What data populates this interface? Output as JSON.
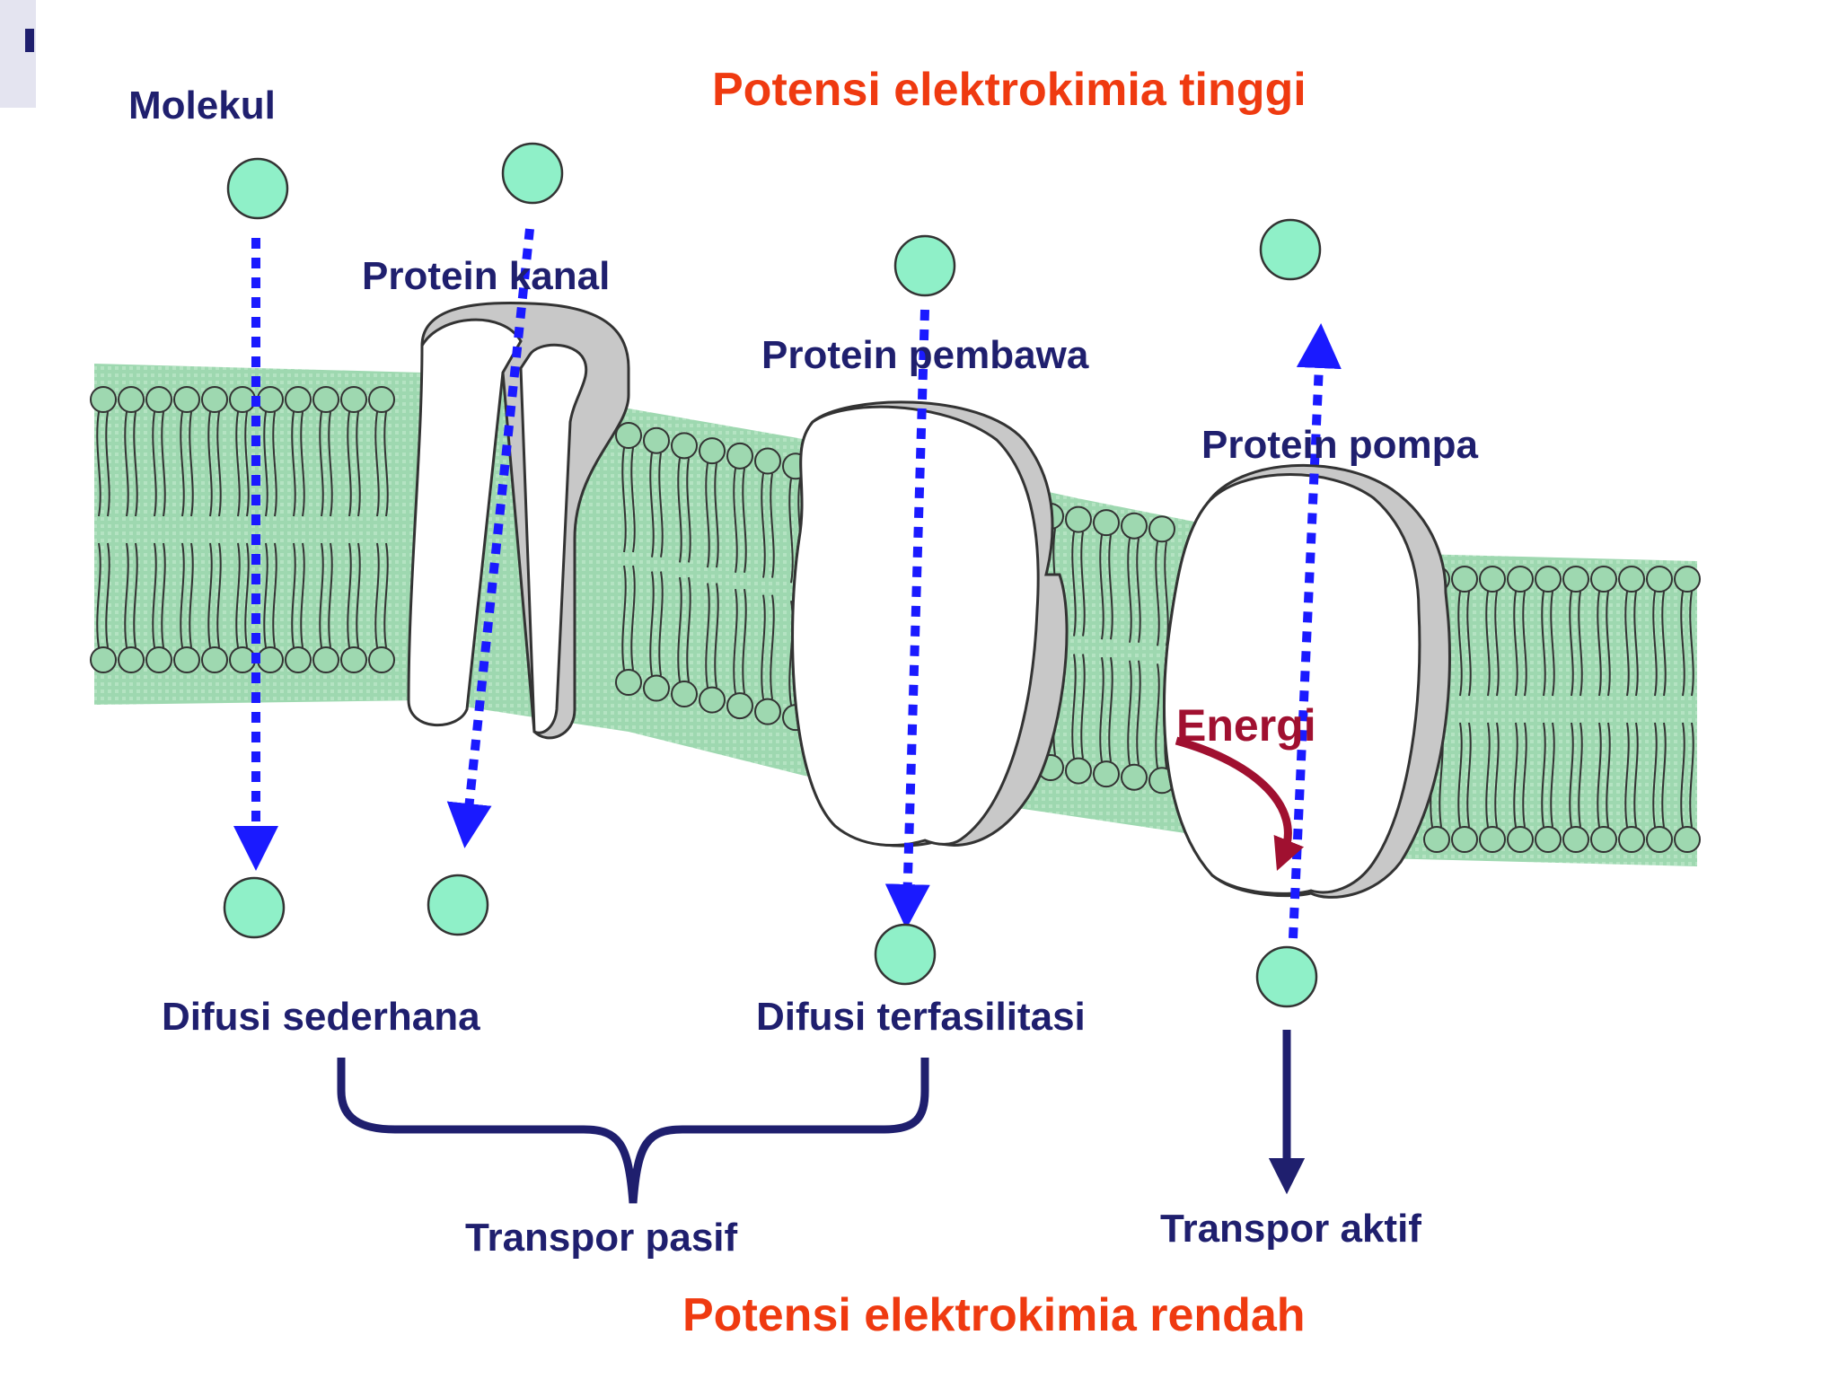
{
  "labels": {
    "molecule": "Molekul",
    "high_potential": "Potensi elektrokimia tinggi",
    "low_potential": "Potensi elektrokimia rendah",
    "channel_protein": "Protein kanal",
    "carrier_protein": "Protein pembawa",
    "pump_protein": "Protein pompa",
    "energy": "Energi",
    "simple_diffusion": "Difusi sederhana",
    "facilitated_diffusion": "Difusi terfasilitasi",
    "passive_transport": "Transpor pasif",
    "active_transport": "Transpor aktif"
  },
  "colors": {
    "label_navy": "#1f1f6e",
    "label_orange": "#ef3a10",
    "energy_red": "#a01030",
    "arrow_blue": "#1a1aff",
    "molecule_fill": "#8ff0c8",
    "membrane_green": "#9ed8b0",
    "protein_band": "#c8c8c8"
  }
}
